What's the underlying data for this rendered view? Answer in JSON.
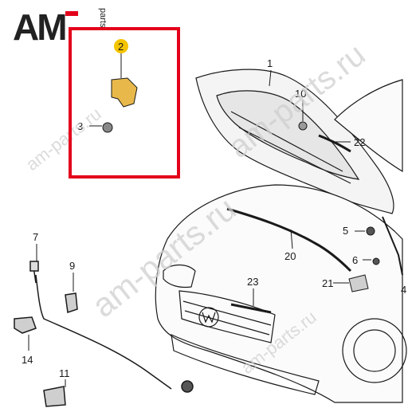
{
  "brand": {
    "logo_letters": "AM",
    "logo_sub": "parts",
    "accent": "#e3001b",
    "dark": "#222222"
  },
  "watermarks": [
    "am-parts.ru",
    "am-parts.ru",
    "am-parts.ru",
    "am-parts.ru"
  ],
  "callouts": {
    "c1": "1",
    "c2": "2",
    "c3": "3",
    "c5": "5",
    "c6": "6",
    "c7": "7",
    "c9": "9",
    "c10": "10",
    "c11": "11",
    "c14": "14",
    "c20": "20",
    "c21": "21",
    "c22": "22",
    "c23": "23",
    "c4": "4"
  },
  "colors": {
    "highlight": "#e3001b",
    "badge": "#f5c400",
    "part_fill": "#e8b84a",
    "line": "#1a1a1a",
    "watermark": "#cfcfcf"
  }
}
